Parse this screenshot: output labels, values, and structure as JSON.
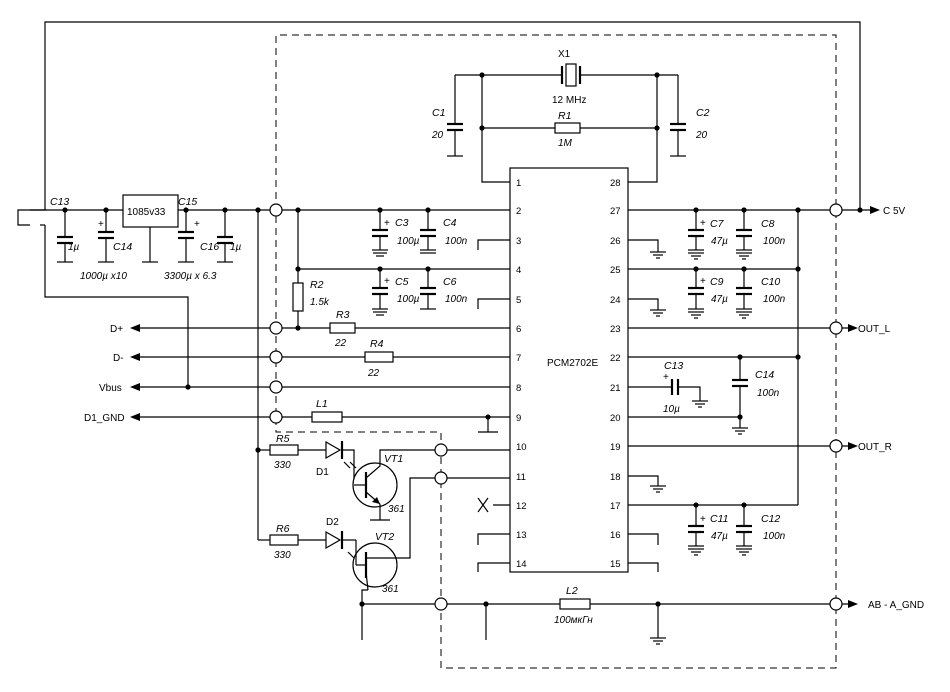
{
  "left": {
    "c13": "C13",
    "c13_value": "1µ",
    "c14": "C14",
    "c14_value": "1000µ x10",
    "regulator": "1085v33",
    "c15": "C15",
    "c15_value": "3300µ x 6.3",
    "c16": "C16",
    "c16_value": "1µ"
  },
  "ports": {
    "d_plus": "D+",
    "d_minus": "D-",
    "vbus": "Vbus",
    "d1_gnd": "D1_GND",
    "c5v": "C 5V",
    "out_l": "OUT_L",
    "out_r": "OUT_R",
    "ab_a_gnd": "AB - A_GND"
  },
  "chip": {
    "name": "PCM2702E",
    "pins_left": [
      "1",
      "2",
      "3",
      "4",
      "5",
      "6",
      "7",
      "8",
      "9",
      "10",
      "11",
      "12",
      "13",
      "14"
    ],
    "pins_right": [
      "28",
      "27",
      "26",
      "25",
      "24",
      "23",
      "22",
      "21",
      "20",
      "19",
      "18",
      "17",
      "16",
      "15"
    ]
  },
  "parts": {
    "x1": "X1",
    "x1_value": "12 MHz",
    "c1": "C1",
    "c1_value": "20",
    "c2": "C2",
    "c2_value": "20",
    "r1": "R1",
    "r1_value": "1M",
    "r2": "R2",
    "r2_value": "1.5k",
    "r3": "R3",
    "r3_value": "22",
    "r4": "R4",
    "r4_value": "22",
    "l1": "L1",
    "c3": "C3",
    "c3_value": "100µ",
    "c4": "C4",
    "c4_value": "100n",
    "c5": "C5",
    "c5_value": "100µ",
    "c6": "C6",
    "c6_value": "100n",
    "c7": "C7",
    "c7_value": "47µ",
    "c8": "C8",
    "c8_value": "100n",
    "c9": "C9",
    "c9_value": "47µ",
    "c10": "C10",
    "c10_value": "100n",
    "c11": "C11",
    "c11_value": "47µ",
    "c12": "C12",
    "c12_value": "100n",
    "c13": "C13",
    "c13_value": "10µ",
    "c14": "C14",
    "c14_value": "100n",
    "r5": "R5",
    "r5_value": "330",
    "r6": "R6",
    "r6_value": "330",
    "d1": "D1",
    "d2": "D2",
    "vt1": "VT1",
    "vt1_value": "361",
    "vt2": "VT2",
    "vt2_value": "361",
    "l2": "L2",
    "l2_value": "100мкГн"
  }
}
